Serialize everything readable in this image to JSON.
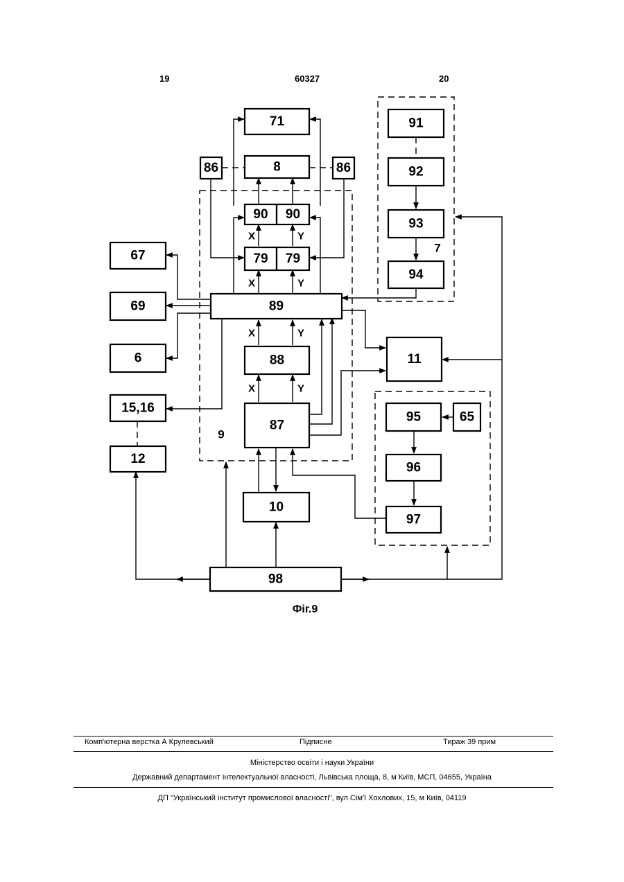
{
  "header": {
    "left_page": "19",
    "patent_number": "60327",
    "right_page": "20"
  },
  "blocks": {
    "b71": "71",
    "b8": "8",
    "b86l": "86",
    "b86r": "86",
    "b90a": "90",
    "b90b": "90",
    "b79a": "79",
    "b79b": "79",
    "b89": "89",
    "b88": "88",
    "b87": "87",
    "b10": "10",
    "b98": "98",
    "b67": "67",
    "b69": "69",
    "b6": "6",
    "b1516": "15,16",
    "b12": "12",
    "b91": "91",
    "b92": "92",
    "b93": "93",
    "b94": "94",
    "b11": "11",
    "b95": "95",
    "b65": "65",
    "b96": "96",
    "b97": "97"
  },
  "signals": {
    "x": "X",
    "y": "Y"
  },
  "groups": {
    "g7": "7",
    "g9": "9"
  },
  "caption": "Фіг.9",
  "footer": {
    "layout": "Комп'ютерна верстка А  Крулевський",
    "signed": "Підписне",
    "circulation": "Тираж 39 прим",
    "ministry": "Міністерство освіти і науки України",
    "department": "Державний департамент інтелектуальної власності, Львівська площа, 8, м  Київ, МСП, 04655, Україна",
    "institute": "ДП \"Український інститут промислової власності\", вул  Сім'ї Хохлових, 15, м  Київ, 04119"
  }
}
